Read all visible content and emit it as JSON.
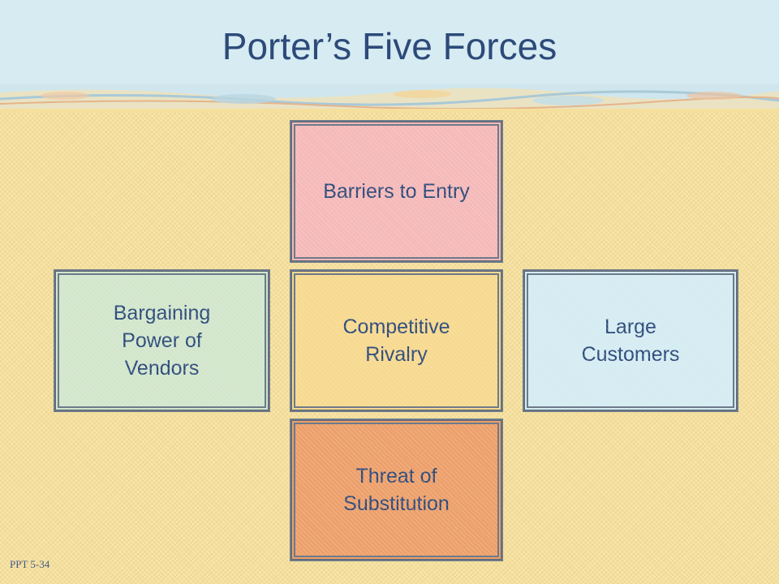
{
  "slide": {
    "title": "Porter’s Five Forces",
    "page_label": "PPT 5-34"
  },
  "forces": {
    "top": "Barriers to Entry",
    "left": "Bargaining\nPower of\nVendors",
    "center": "Competitive\nRivalry",
    "right": "Large\nCustomers",
    "bottom": "Threat of\nSubstitution"
  },
  "colors": {
    "background": "#f5df9c",
    "header": "#d6ecf2",
    "title_text": "#2d4a7a",
    "box_top": "#f5b9b9",
    "box_left": "#d2e6cc",
    "box_center": "#f7d98f",
    "box_right": "#d4ecf2",
    "box_bottom": "#eda06b"
  }
}
